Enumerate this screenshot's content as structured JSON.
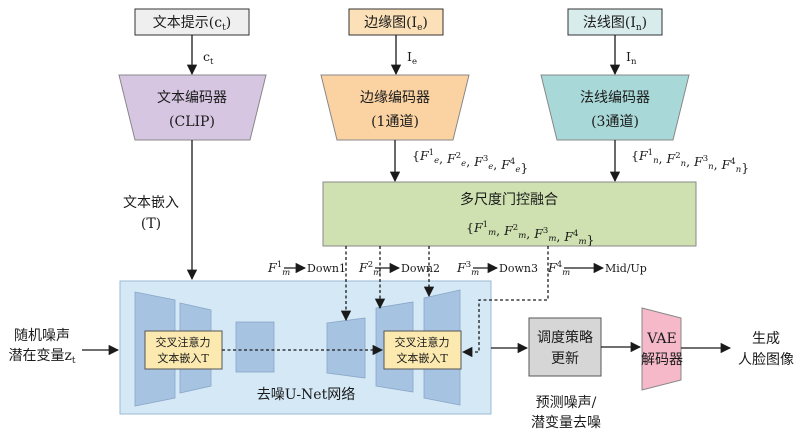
{
  "inputs": {
    "text_prompt": "文本提示(c",
    "text_prompt_sub": "t",
    "text_prompt_close": ")",
    "edge_map": "边缘图(I",
    "edge_map_sub": "e",
    "edge_map_close": ")",
    "normal_map": "法线图(I",
    "normal_map_sub": "n",
    "normal_map_close": ")"
  },
  "edge_labels": {
    "ct_main": "c",
    "ct_sub": "t",
    "ie_main": "I",
    "ie_sub": "e",
    "in_main": "I",
    "in_sub": "n"
  },
  "encoders": {
    "text_line1": "文本编码器",
    "text_line2": "(CLIP)",
    "edge_line1": "边缘编码器",
    "edge_line2": "(1通道)",
    "normal_line1": "法线编码器",
    "normal_line2": "(3通道)"
  },
  "feature_sets": {
    "edge": "{F_e^1, F_e^2, F_e^3, F_e^4}",
    "normal": "{F_n^1, F_n^2, F_n^3, F_n^4}",
    "fused": "{F_m^1, F_m^2, F_m^3, F_m^4}"
  },
  "fusion": {
    "title": "多尺度门控融合"
  },
  "text_embedding": {
    "line1": "文本嵌入",
    "line2": "(T)"
  },
  "injections": {
    "f1": "Down1",
    "f2": "Down2",
    "f3": "Down3",
    "f4": "Mid/Up"
  },
  "unet": {
    "attn_left_line1": "交叉注意力",
    "attn_left_line2": "文本嵌入T",
    "attn_right_line1": "交叉注意力",
    "attn_right_line2": "文本嵌入T",
    "label": "去噪U-Net网络"
  },
  "noise_input": {
    "line1": "随机噪声",
    "line2": "潜在变量z",
    "line2_sub": "t"
  },
  "scheduler": {
    "line1": "调度策略",
    "line2": "更新",
    "caption_line1": "预测噪声/",
    "caption_line2": "潜变量去噪"
  },
  "vae": {
    "line1": "VAE",
    "line2": "解码器"
  },
  "output": {
    "line1": "生成",
    "line2": "人脸图像"
  },
  "colors": {
    "prompt_fill": "#efefef",
    "edge_fill": "#fce0b8",
    "normal_fill": "#d8ecec",
    "text_encoder_fill": "#d6c6e2",
    "edge_encoder_fill": "#fbd3a3",
    "normal_encoder_fill": "#a9d8d8",
    "fusion_fill": "#cfe1b0",
    "unet_fill": "#d4e8f6",
    "unet_block": "#a7c3e2",
    "attn_fill": "#fbe9b0",
    "scheduler_fill": "#d6d6d6",
    "vae_fill": "#f5b9c9"
  }
}
